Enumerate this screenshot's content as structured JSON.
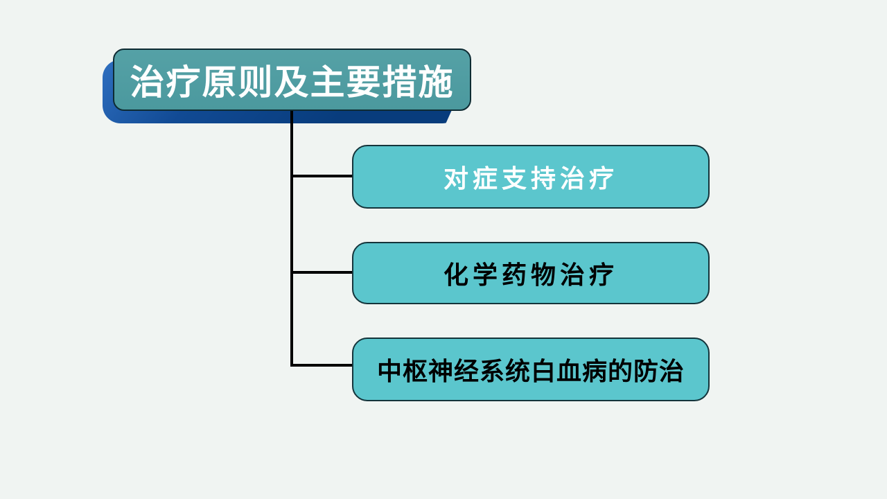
{
  "slide": {
    "title": {
      "label": "治疗原则及主要措施"
    },
    "nodes": [
      {
        "label": "对症支持治疗"
      },
      {
        "label": "化学药物治疗"
      },
      {
        "label": "中枢神经系统白血病的防治"
      }
    ],
    "colors": {
      "background": "#f0f4f2",
      "title_fill": "#4b999e",
      "title_shadow": "#083c7c",
      "title_text": "#ffffff",
      "node_fill": "#5bc6cd",
      "node1_text": "#ffffff",
      "node_text": "#000000",
      "connector": "#000000"
    }
  }
}
